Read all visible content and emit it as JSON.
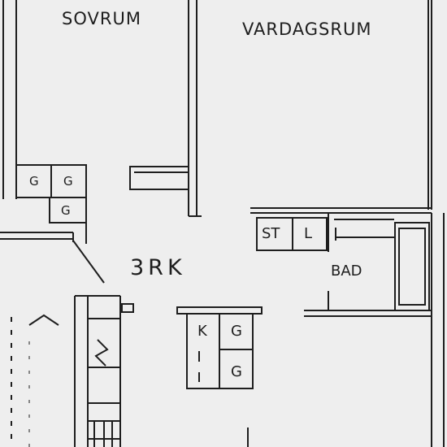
{
  "rooms": {
    "bedroom": "SOVRUM",
    "living_room": "VARDAGSRUM",
    "bathroom": "BAD"
  },
  "apartment_type": "3RK",
  "fixtures": {
    "wardrobe_g": "G",
    "kitchen_k": "K",
    "stove_st": "ST",
    "linen_l": "L"
  },
  "colors": {
    "paper": "#eeeeee",
    "ink": "#1e1e1e"
  }
}
